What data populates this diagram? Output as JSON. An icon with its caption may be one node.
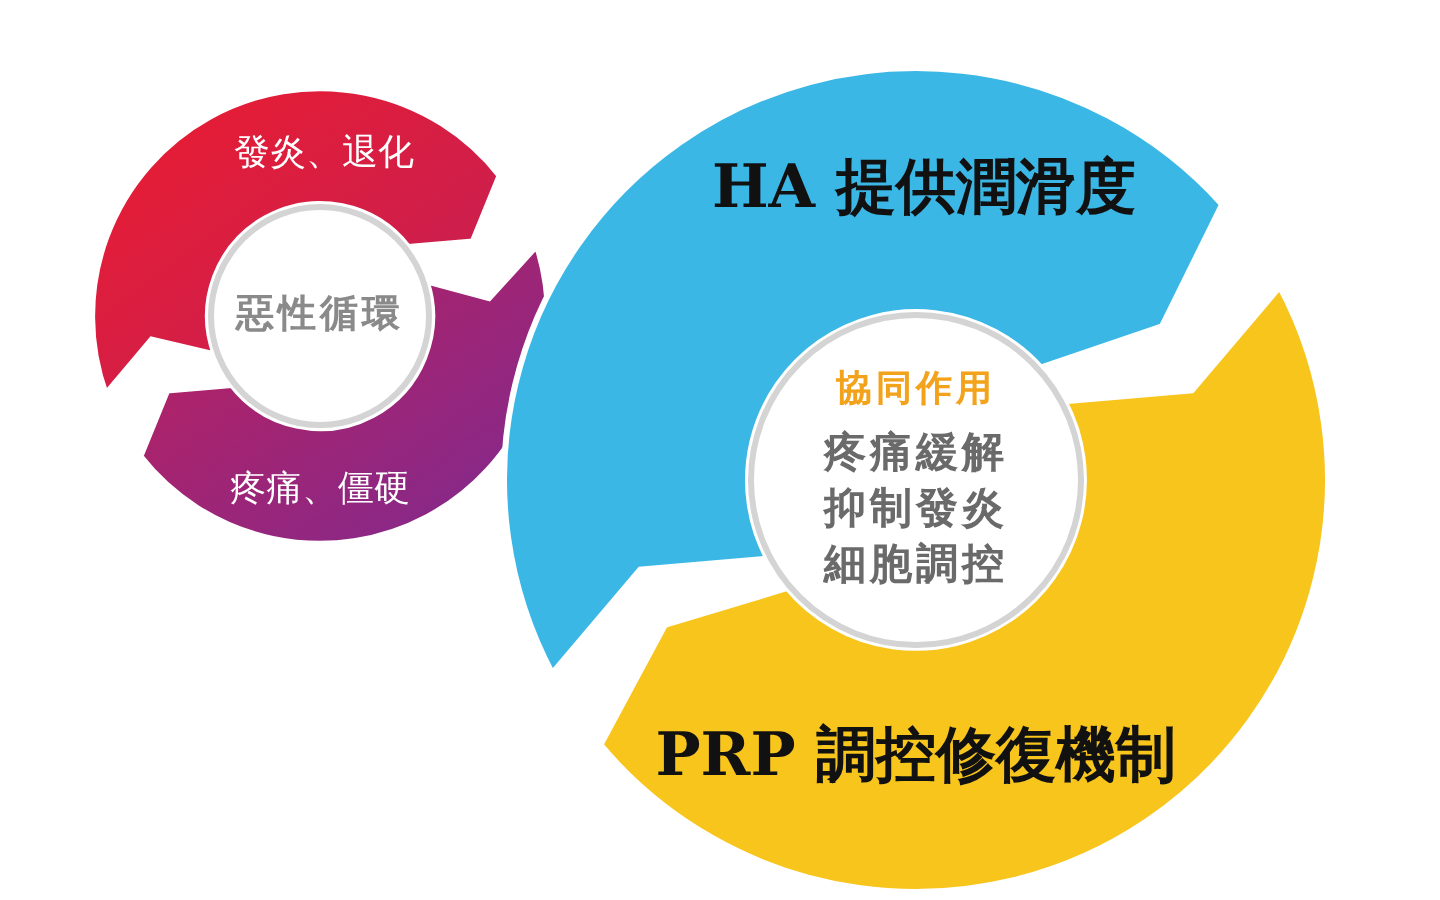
{
  "diagram": {
    "nodes": [
      {
        "text": [
          "惡性循環"
        ]
      },
      {
        "text": [
          "發炎、退化"
        ]
      },
      {
        "text": [
          "疼痛、僵硬"
        ]
      },
      {
        "text": [
          "協同作用",
          "疼痛緩解",
          "抑制發炎",
          "細胞調控"
        ]
      },
      {
        "text": [
          "HA 提供潤滑度"
        ]
      },
      {
        "text": [
          "PRP 調控修復機制"
        ]
      }
    ]
  }
}
